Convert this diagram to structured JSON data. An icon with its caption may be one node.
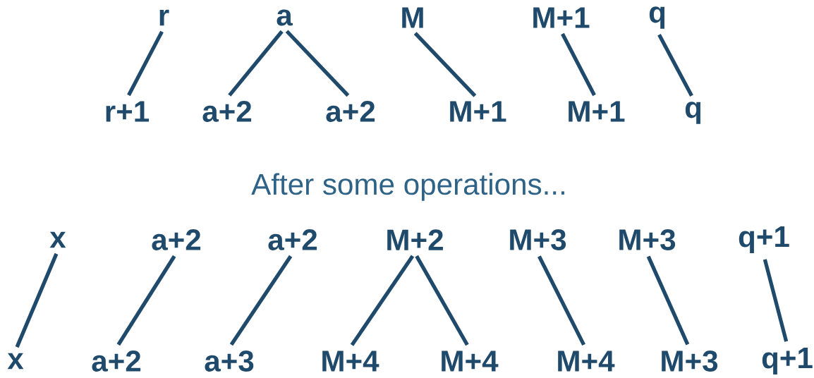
{
  "diagram": {
    "nodes": [
      {
        "text": [
          "r"
        ]
      },
      {
        "text": [
          "a"
        ]
      },
      {
        "text": [
          "M"
        ]
      },
      {
        "text": [
          "M+1"
        ]
      },
      {
        "text": [
          "q"
        ]
      },
      {
        "text": [
          "r+1"
        ]
      },
      {
        "text": [
          "a+2"
        ]
      },
      {
        "text": [
          "a+2"
        ]
      },
      {
        "text": [
          "M+1"
        ]
      },
      {
        "text": [
          "M+1"
        ]
      },
      {
        "text": [
          "q"
        ]
      },
      {
        "text": [
          "x"
        ]
      },
      {
        "text": [
          "a+2"
        ]
      },
      {
        "text": [
          "a+2"
        ]
      },
      {
        "text": [
          "M+2"
        ]
      },
      {
        "text": [
          "M+3"
        ]
      },
      {
        "text": [
          "M+3"
        ]
      },
      {
        "text": [
          "q+1"
        ]
      },
      {
        "text": [
          "x"
        ]
      },
      {
        "text": [
          "a+2"
        ]
      },
      {
        "text": [
          "a+3"
        ]
      },
      {
        "text": [
          "M+4"
        ]
      },
      {
        "text": [
          "M+4"
        ]
      },
      {
        "text": [
          "M+4"
        ]
      },
      {
        "text": [
          "M+3"
        ]
      },
      {
        "text": [
          "q+1"
        ]
      }
    ],
    "edges": [
      {
        "from": 0,
        "to": 5,
        "arrow": "none"
      },
      {
        "from": 1,
        "to": 6,
        "arrow": "none"
      },
      {
        "from": 1,
        "to": 7,
        "arrow": "none"
      },
      {
        "from": 2,
        "to": 8,
        "arrow": "none"
      },
      {
        "from": 3,
        "to": 9,
        "arrow": "none"
      },
      {
        "from": 4,
        "to": 10,
        "arrow": "none"
      },
      {
        "from": 11,
        "to": 18,
        "arrow": "none"
      },
      {
        "from": 12,
        "to": 19,
        "arrow": "none"
      },
      {
        "from": 13,
        "to": 20,
        "arrow": "none"
      },
      {
        "from": 14,
        "to": 21,
        "arrow": "none"
      },
      {
        "from": 14,
        "to": 22,
        "arrow": "none"
      },
      {
        "from": 15,
        "to": 23,
        "arrow": "none"
      },
      {
        "from": 16,
        "to": 24,
        "arrow": "none"
      },
      {
        "from": 17,
        "to": 25,
        "arrow": "none"
      }
    ],
    "labels": [
      "After some operations..."
    ]
  }
}
